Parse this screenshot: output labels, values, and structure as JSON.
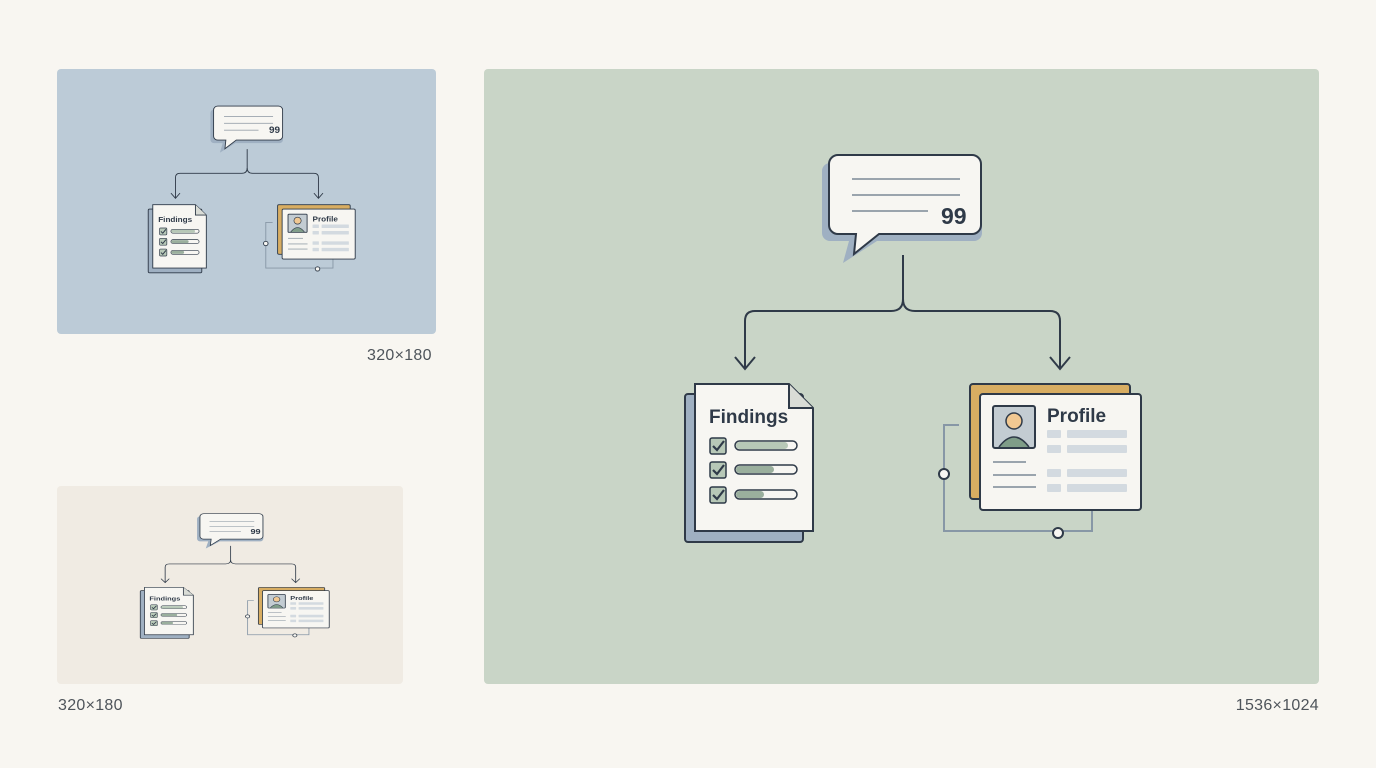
{
  "thumbnails": [
    {
      "size_label": "320×180",
      "background": "#bccbd7",
      "profile_back_color": "#8ea592"
    },
    {
      "size_label": "320×180",
      "background": "#f0ebe3",
      "profile_back_color": "#d8ad62"
    }
  ],
  "preview": {
    "size_label": "1536×1024",
    "background": "#c9d5c7",
    "profile_back_color": "#d8ad62"
  },
  "diagram": {
    "quote_mark": "99",
    "findings_title": "Findings",
    "profile_title": "Profile"
  },
  "colors": {
    "ink": "#2f3a48",
    "card": "#f7f6f2",
    "shadow": "#9fb0c2",
    "check_box": "#b7c8b7",
    "progress": "#9aaf9d",
    "placeholder": "#d3dae0",
    "accent": "#d8ad62"
  }
}
